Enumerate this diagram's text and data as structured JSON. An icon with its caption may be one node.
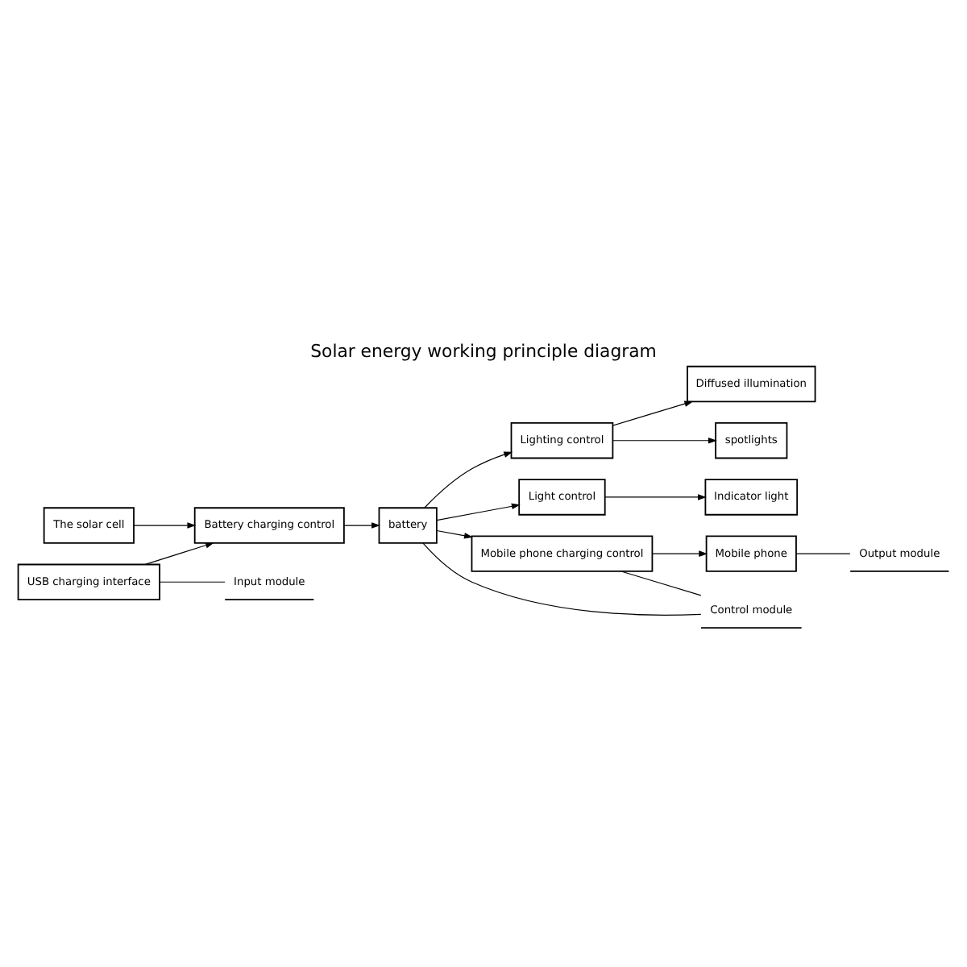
{
  "diagram": {
    "title": "Solar energy working principle diagram",
    "nodes": [
      {
        "text": [
          "The solar cell"
        ]
      },
      {
        "text": [
          "USB charging interface"
        ]
      },
      {
        "text": [
          "Battery charging control"
        ]
      },
      {
        "text": [
          "battery"
        ]
      },
      {
        "text": [
          "Lighting control"
        ]
      },
      {
        "text": [
          "Light control"
        ]
      },
      {
        "text": [
          "Mobile phone charging control"
        ]
      },
      {
        "text": [
          "Diffused illumination"
        ]
      },
      {
        "text": [
          "spotlights"
        ]
      },
      {
        "text": [
          "Indicator light"
        ]
      },
      {
        "text": [
          "Mobile phone"
        ]
      },
      {
        "text": [
          "Input module"
        ]
      },
      {
        "text": [
          "Control module"
        ]
      },
      {
        "text": [
          "Output module"
        ]
      }
    ],
    "edges": [
      {
        "from": 0,
        "to": 2,
        "arrow": "to"
      },
      {
        "from": 1,
        "to": 2,
        "arrow": "to"
      },
      {
        "from": 2,
        "to": 3,
        "arrow": "to"
      },
      {
        "from": 3,
        "to": 4,
        "arrow": "to"
      },
      {
        "from": 3,
        "to": 5,
        "arrow": "to"
      },
      {
        "from": 3,
        "to": 6,
        "arrow": "to"
      },
      {
        "from": 4,
        "to": 7,
        "arrow": "to"
      },
      {
        "from": 4,
        "to": 8,
        "arrow": "to"
      },
      {
        "from": 5,
        "to": 9,
        "arrow": "to"
      },
      {
        "from": 6,
        "to": 10,
        "arrow": "to"
      },
      {
        "from": 1,
        "to": 11,
        "arrow": "none"
      },
      {
        "from": 3,
        "to": 12,
        "arrow": "none"
      },
      {
        "from": 6,
        "to": 12,
        "arrow": "none"
      },
      {
        "from": 10,
        "to": 13,
        "arrow": "none"
      }
    ]
  }
}
